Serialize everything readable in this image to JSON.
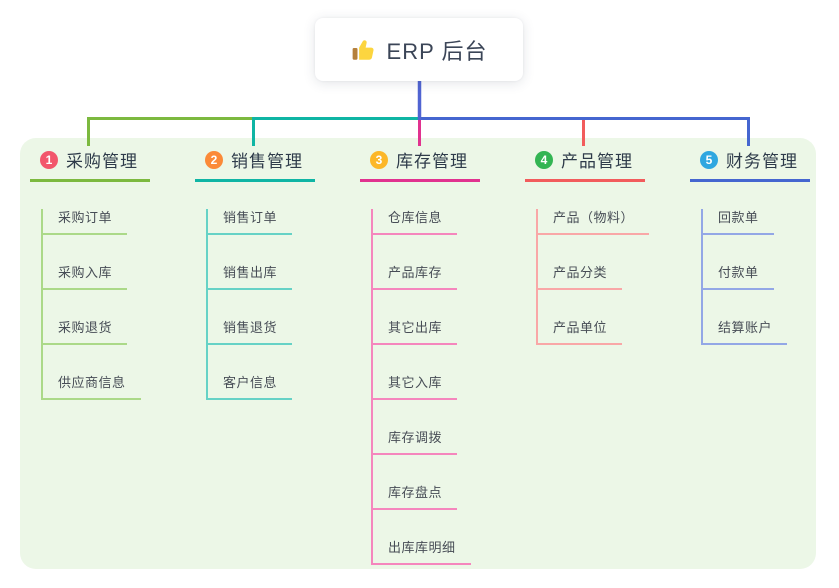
{
  "root": {
    "icon": "thumbs-up-icon",
    "label": "ERP 后台"
  },
  "branches": [
    {
      "num": "1",
      "label": "采购管理",
      "badge_color": "#f2566b",
      "line_color": "#7cb93f",
      "light_color": "#abd988",
      "children": [
        "采购订单",
        "采购入库",
        "采购退货",
        "供应商信息"
      ]
    },
    {
      "num": "2",
      "label": "销售管理",
      "badge_color": "#fb8a38",
      "line_color": "#0fb5a4",
      "light_color": "#66d2c6",
      "children": [
        "销售订单",
        "销售出库",
        "销售退货",
        "客户信息"
      ]
    },
    {
      "num": "3",
      "label": "库存管理",
      "badge_color": "#fcb728",
      "line_color": "#e1328f",
      "light_color": "#f586bd",
      "children": [
        "仓库信息",
        "产品库存",
        "其它出库",
        "其它入库",
        "库存调拨",
        "库存盘点",
        "出库库明细"
      ]
    },
    {
      "num": "4",
      "label": "产品管理",
      "badge_color": "#33b553",
      "line_color": "#f25c5c",
      "light_color": "#f9a7a7",
      "children": [
        "产品（物料）",
        "产品分类",
        "产品单位"
      ]
    },
    {
      "num": "5",
      "label": "财务管理",
      "badge_color": "#2fa7e0",
      "line_color": "#4566d0",
      "light_color": "#93a7e6",
      "children": [
        "回款单",
        "付款单",
        "结算账户"
      ]
    }
  ],
  "colors": {
    "page_bg": "#ffffff",
    "panel_bg": "#ecf7e7",
    "trunk": "#5064d2",
    "root_text": "#3b4557"
  }
}
